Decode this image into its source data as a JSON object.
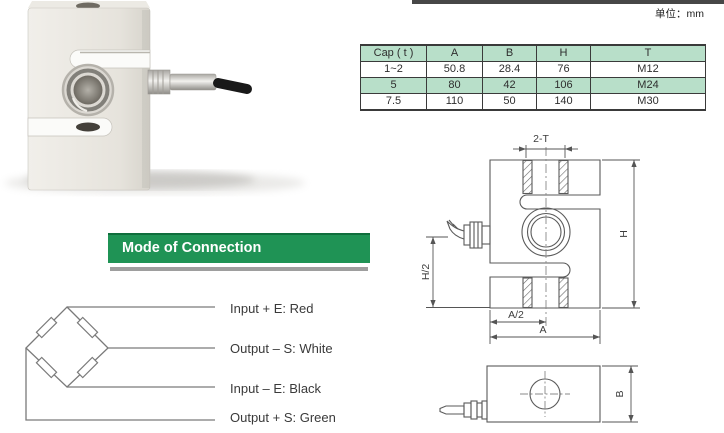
{
  "unit_label": "单位：mm",
  "spec_table": {
    "headers": [
      "Cap ( t )",
      "A",
      "B",
      "H",
      "T"
    ],
    "rows": [
      [
        "1~2",
        "50.8",
        "28.4",
        "76",
        "M12"
      ],
      [
        "5",
        "80",
        "42",
        "106",
        "M24"
      ],
      [
        "7.5",
        "110",
        "50",
        "140",
        "M30"
      ]
    ]
  },
  "section": {
    "title": "Mode of Connection"
  },
  "wiring": {
    "labels": [
      "Input + E: Red",
      "Output – S: White",
      "Input – E: Black",
      "Output + S: Green"
    ]
  },
  "dims": {
    "thread": "2-T",
    "height": "H",
    "half_height": "H/2",
    "half_width": "A/2",
    "width": "A",
    "depth": "B"
  },
  "colors": {
    "accent_green": "#1f9355",
    "table_row_green": "#b8dfc9",
    "underline_gray": "#9e9e9e"
  }
}
